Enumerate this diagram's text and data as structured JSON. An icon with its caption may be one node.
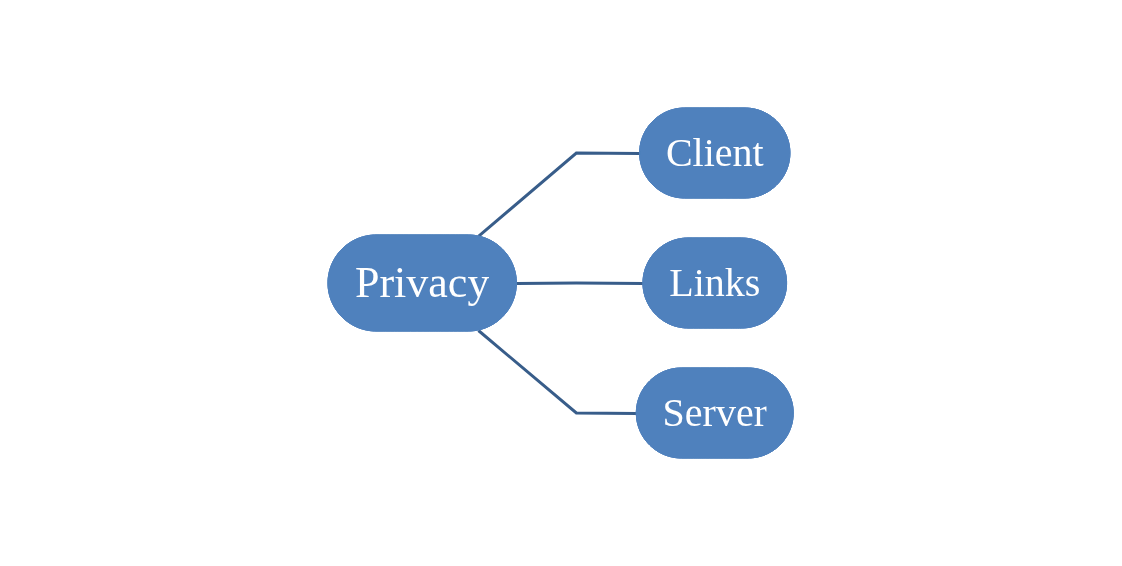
{
  "diagram": {
    "nodes": [
      {
        "text": [
          "Privacy"
        ]
      },
      {
        "text": [
          "Client"
        ]
      },
      {
        "text": [
          "Links"
        ]
      },
      {
        "text": [
          "Server"
        ]
      }
    ],
    "edges": [
      {
        "from": 0,
        "to": 1,
        "arrow": "none"
      },
      {
        "from": 0,
        "to": 2,
        "arrow": "none"
      },
      {
        "from": 0,
        "to": 3,
        "arrow": "none"
      }
    ]
  }
}
